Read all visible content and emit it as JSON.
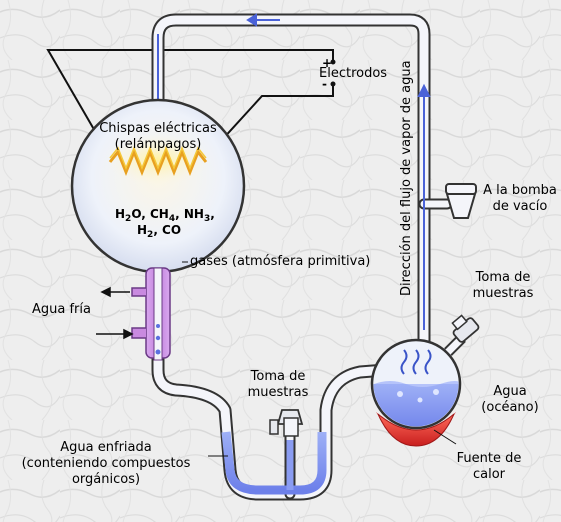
{
  "labels": {
    "spark_line1": "Chispas eléctricas",
    "spark_line2": "(relámpagos)",
    "electrodes": "Electrodos",
    "plus": "+",
    "minus": "-",
    "gases": "gases (atmósfera primitiva)",
    "cold_water": "Agua fría",
    "sample_center_line1": "Toma de",
    "sample_center_line2": "muestras",
    "sample_right_line1": "Toma de",
    "sample_right_line2": "muestras",
    "pump_line1": "A la bomba",
    "pump_line2": "de vacío",
    "vapor_direction": "Dirección del flujo de vapor de agua",
    "water_line1": "Agua",
    "water_line2": "(océano)",
    "heat_line1": "Fuente de",
    "heat_line2": "calor",
    "cooled_line1": "Agua enfriada",
    "cooled_line2": "(conteniendo compuestos",
    "cooled_line3": "orgánicos)"
  },
  "formula": {
    "line1_a": "H",
    "line1_a_sub": "2",
    "line1_b": "O, CH",
    "line1_b_sub": "4",
    "line1_c": ", NH",
    "line1_c_sub": "3",
    "line1_d": ",",
    "line2_a": "H",
    "line2_a_sub": "2",
    "line2_b": ", CO"
  },
  "colors": {
    "water_blue": "#7d8ff0",
    "flow_arrow": "#4a62d8",
    "condenser": "#c98ae0",
    "heat_source": "#e23b3b",
    "spark": "#e8a020"
  }
}
